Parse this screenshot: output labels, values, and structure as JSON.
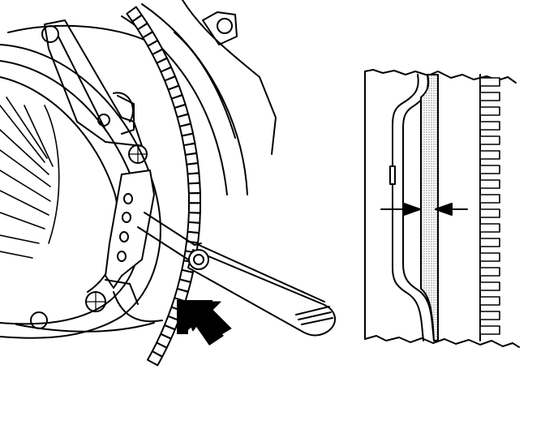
{
  "figure": {
    "left_view": {
      "components": [
        "clutch-cover",
        "flywheel-ring-gear",
        "release-lever",
        "feeler-gauge"
      ],
      "callout": "arrow-pointing-to-gauge"
    },
    "right_view": {
      "components": [
        "section-plate",
        "friction-lining",
        "flywheel-teeth"
      ],
      "callout": "gap-measurement-arrows"
    },
    "colors": {
      "ink": "#000000",
      "paper": "#ffffff",
      "stipple": "#9a9a9a"
    }
  }
}
